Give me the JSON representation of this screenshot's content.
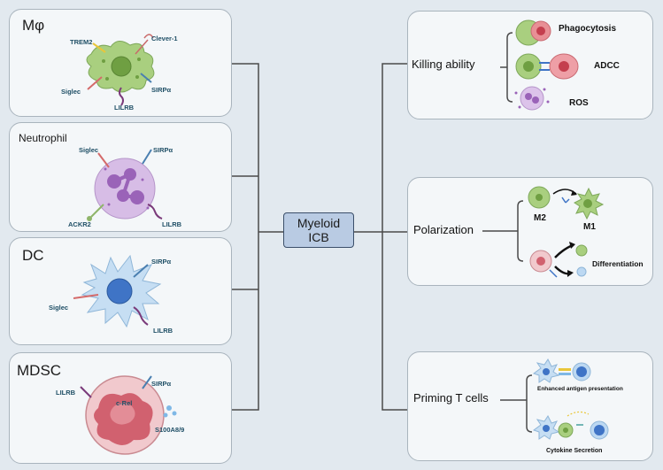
{
  "center": {
    "line1": "Myeloid",
    "line2": "ICB"
  },
  "left_panels": {
    "macrophage": {
      "title": "Mφ",
      "labels": [
        "TREM2",
        "Clever-1",
        "Siglec",
        "SIRPα",
        "LILRB"
      ]
    },
    "neutrophil": {
      "title": "Neutrophil",
      "labels": [
        "Siglec",
        "SIRPα",
        "ACKR2",
        "LILRB"
      ]
    },
    "dc": {
      "title": "DC",
      "labels": [
        "SIRPα",
        "Siglec",
        "LILRB"
      ]
    },
    "mdsc": {
      "title": "MDSC",
      "labels": [
        "LILRB",
        "SIRPα",
        "c-Rel",
        "S100A8/9"
      ]
    }
  },
  "right_panels": {
    "killing": {
      "title": "Killing ability",
      "labels": [
        "Phagocytosis",
        "ADCC",
        "ROS"
      ]
    },
    "polarization": {
      "title": "Polarization",
      "labels": [
        "M2",
        "M1",
        "Differentiation"
      ]
    },
    "priming": {
      "title": "Priming T cells",
      "labels": [
        "Enhanced antigen presentation",
        "Cytokine Secretion"
      ]
    }
  },
  "colors": {
    "background": "#e2e9ef",
    "card": "#f4f7f9",
    "center_box": "#b9cbe3",
    "macrophage_cell": "#a9cf7f",
    "neutrophil_cell": "#c9a6dc",
    "dc_cell": "#bcd8f2",
    "mdsc_cell": "#f1c9cd"
  }
}
